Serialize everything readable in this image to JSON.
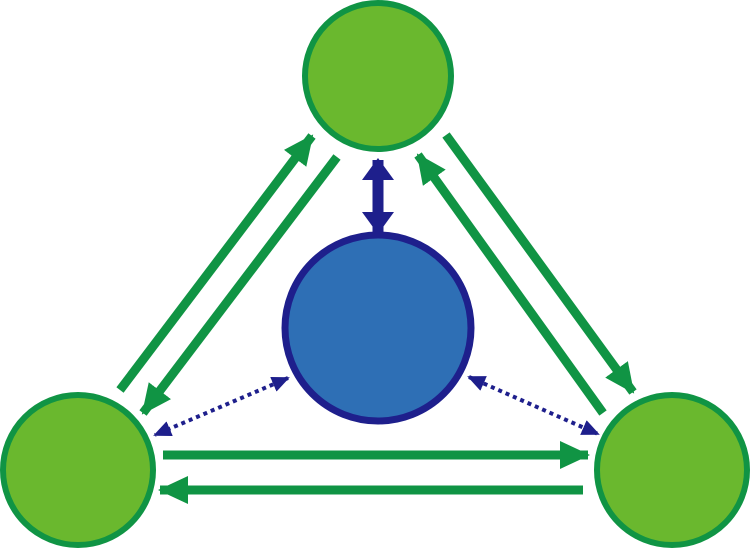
{
  "diagram": {
    "nodes": [
      {
        "id": "top",
        "role": "outer"
      },
      {
        "id": "left",
        "role": "outer"
      },
      {
        "id": "right",
        "role": "outer"
      },
      {
        "id": "center",
        "role": "hub"
      }
    ],
    "edges": [
      {
        "from": "left",
        "to": "top",
        "style": "solid",
        "arrowhead": "end"
      },
      {
        "from": "top",
        "to": "left",
        "style": "solid",
        "arrowhead": "end"
      },
      {
        "from": "top",
        "to": "right",
        "style": "solid",
        "arrowhead": "end"
      },
      {
        "from": "right",
        "to": "top",
        "style": "solid",
        "arrowhead": "end"
      },
      {
        "from": "left",
        "to": "right",
        "style": "solid",
        "arrowhead": "end"
      },
      {
        "from": "right",
        "to": "left",
        "style": "solid",
        "arrowhead": "end"
      },
      {
        "from": "center",
        "to": "top",
        "style": "thick",
        "arrowhead": "both"
      },
      {
        "from": "center",
        "to": "left",
        "style": "dotted",
        "arrowhead": "both"
      },
      {
        "from": "center",
        "to": "right",
        "style": "dotted",
        "arrowhead": "both"
      }
    ],
    "colors": {
      "outer_fill": "#6ab82e",
      "outer_stroke": "#109444",
      "hub_fill": "#2e6fb5",
      "hub_stroke": "#1e1f8c",
      "flow_arrow": "#109444",
      "hub_arrow": "#1e1f8c"
    }
  }
}
